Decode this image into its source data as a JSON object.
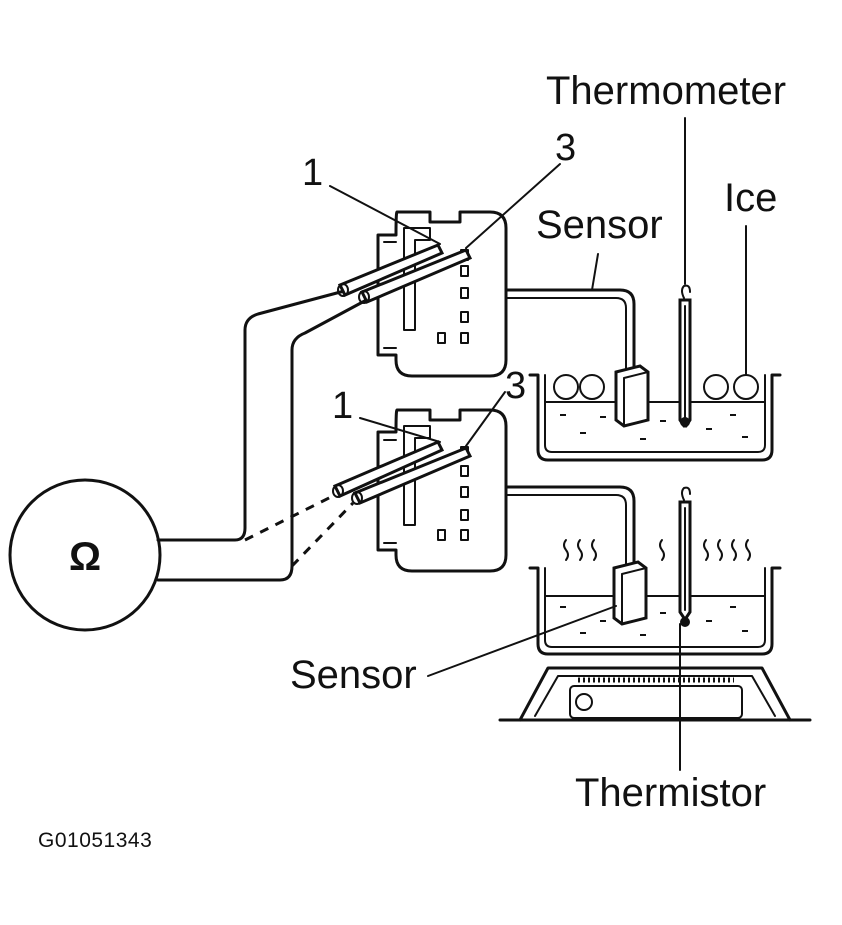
{
  "labels": {
    "thermometer": "Thermometer",
    "ice": "Ice",
    "sensor_top": "Sensor",
    "sensor_bottom": "Sensor",
    "thermistor": "Thermistor",
    "ohm_symbol": "Ω",
    "pin1_top": "1",
    "pin3_top": "3",
    "pin1_bottom": "1",
    "pin3_bottom": "3",
    "figure_id": "G01051343"
  }
}
